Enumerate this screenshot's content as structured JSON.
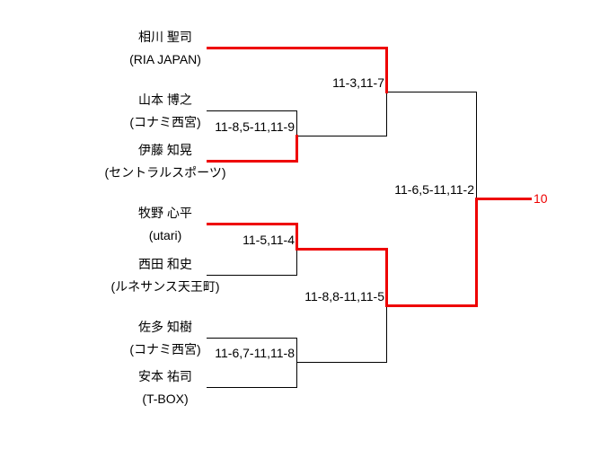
{
  "bracket": {
    "players": [
      {
        "name": "相川 聖司",
        "club": "(RIA JAPAN)"
      },
      {
        "name": "山本 博之",
        "club": "(コナミ西宮)"
      },
      {
        "name": "伊藤 知晃",
        "club": "(セントラルスポーツ)"
      },
      {
        "name": "牧野 心平",
        "club": "(utari)"
      },
      {
        "name": "西田 和史",
        "club": "(ルネサンス天王町)"
      },
      {
        "name": "佐多 知樹",
        "club": "(コナミ西宮)"
      },
      {
        "name": "安本 祐司",
        "club": "(T-BOX)"
      }
    ],
    "scores": {
      "qf_top": "11-8,5-11,11-9",
      "sf_top": "11-3,11-7",
      "qf_mid": "11-5,11-4",
      "sf_bottom": "11-8,8-11,11-5",
      "qf_bottom": "11-6,7-11,11-8",
      "final": "11-6,5-11,11-2"
    },
    "winner_position": "10",
    "colors": {
      "winner_path": "#ee0000",
      "line": "#000000"
    }
  }
}
